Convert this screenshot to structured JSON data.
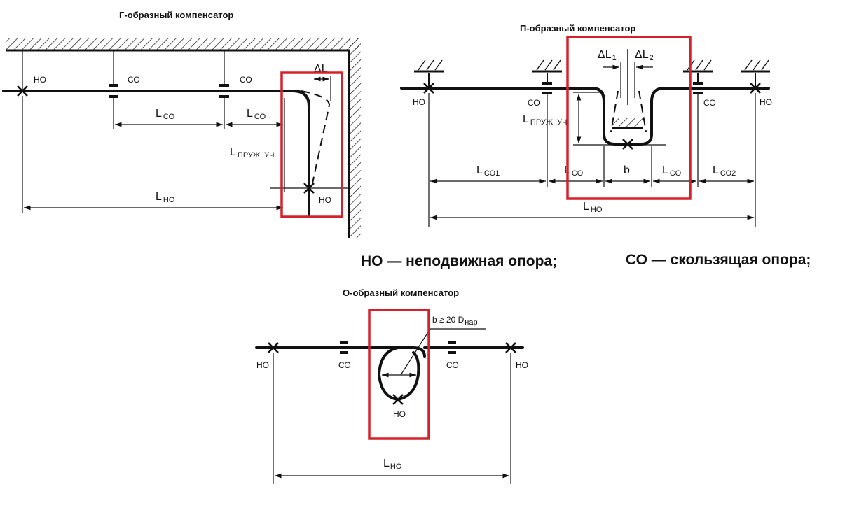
{
  "g_diagram": {
    "title": "Г-образный компенсатор",
    "ho_label": "НО",
    "co_label": "СО",
    "dl_symbol": "ΔL",
    "l_co_main": "L",
    "l_co_sub": "СО",
    "l_spring_main": "L",
    "l_spring_sub": "ПРУЖ. УЧ.",
    "l_ho_main": "L",
    "l_ho_sub": "НО"
  },
  "p_diagram": {
    "title": "П-образный компенсатор",
    "ho_label": "НО",
    "co_label": "СО",
    "dl1_main": "ΔL",
    "dl1_sub": "1",
    "dl2_main": "ΔL",
    "dl2_sub": "2",
    "l_spring_main": "L",
    "l_spring_sub": "ПРУЖ. УЧ.",
    "l_co1_main": "L",
    "l_co1_sub": "СО1",
    "l_co_main": "L",
    "l_co_sub": "СО",
    "b_label": "b",
    "l_co2_main": "L",
    "l_co2_sub": "СО2",
    "l_ho_main": "L",
    "l_ho_sub": "НО"
  },
  "legend": {
    "ho": "НО — неподвижная опора;",
    "co": "СО — скользящая опора;"
  },
  "o_diagram": {
    "title": "О-образный компенсатор",
    "ho_label": "НО",
    "co_label": "СО",
    "b_formula": "b ≥ 20 D",
    "b_formula_sub": "нар",
    "l_ho_main": "L",
    "l_ho_sub": "НО"
  },
  "colors": {
    "line": "#111111",
    "highlight": "#d3222b",
    "background": "#ffffff"
  }
}
